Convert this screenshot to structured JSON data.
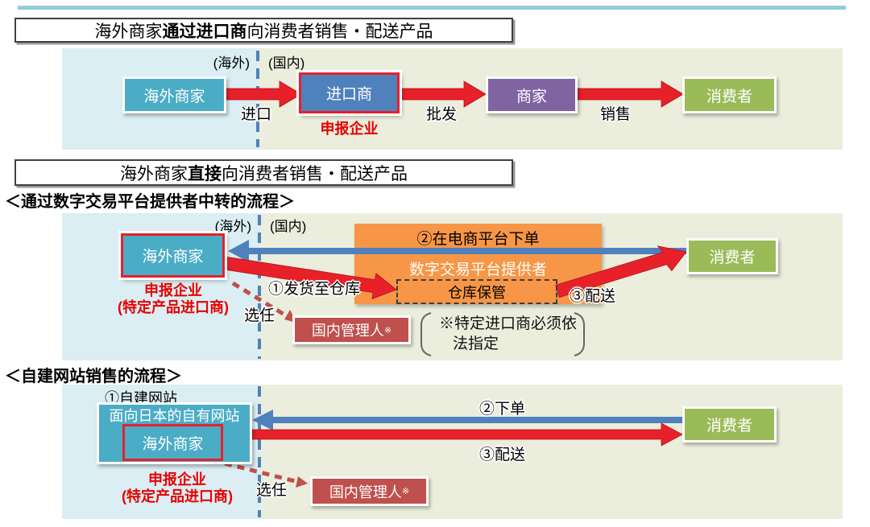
{
  "palette": {
    "accent_bar": "#92CDDC",
    "teal_box": "#4BACC6",
    "blue_box": "#4F81BD",
    "purple_box": "#8064A2",
    "green_box": "#9BBB59",
    "brick_box": "#C0504D",
    "orange_box": "#F79646",
    "red_arrow": "#E8202A",
    "blue_arrow": "#4F81BD",
    "overseas_bg": "#DAEEF3",
    "domestic_bg": "#EBEEDC",
    "caption_red": "#E80000"
  },
  "section1": {
    "title": {
      "pre": "海外商家",
      "bold": "通过进口商",
      "post": "向消费者销售・配送产品"
    },
    "region_overseas": "(海外)",
    "region_domestic": "(国内)",
    "box_overseas_merchant": "海外商家",
    "box_importer": "进口商",
    "importer_caption": "申报企业",
    "box_merchant": "商家",
    "box_consumer": "消费者",
    "arrow_import": "进口",
    "arrow_wholesale": "批发",
    "arrow_sale": "销售"
  },
  "section2": {
    "title": {
      "pre": "海外商家",
      "bold": "直接",
      "post": "向消费者销售・配送产品"
    },
    "subtitle": "＜通过数字交易平台提供者中转的流程＞",
    "region_overseas": "(海外)",
    "region_domestic": "(国内)",
    "box_overseas_merchant": "海外商家",
    "caption_line1": "申报企业",
    "caption_line2": "(特定产品进口商)",
    "step1": "①发货至仓库",
    "step2": "②在电商平台下单",
    "platform_label": "数字交易平台提供者",
    "warehouse_label": "仓库保管",
    "step3": "③配送",
    "box_consumer": "消费者",
    "appoint_label": "选任",
    "box_domestic_manager": "国内管理人",
    "manager_sup": "※",
    "note_line1": "※特定进口商必须依",
    "note_line2": "法指定"
  },
  "section3": {
    "subtitle": "＜自建网站销售的流程＞",
    "step1": "①自建网站",
    "website_label": "面向日本的自有网站",
    "box_overseas_merchant": "海外商家",
    "caption_line1": "申报企业",
    "caption_line2": "(特定产品进口商)",
    "step2": "②下单",
    "step3": "③配送",
    "box_consumer": "消费者",
    "appoint_label": "选任",
    "box_domestic_manager": "国内管理人",
    "manager_sup": "※"
  }
}
